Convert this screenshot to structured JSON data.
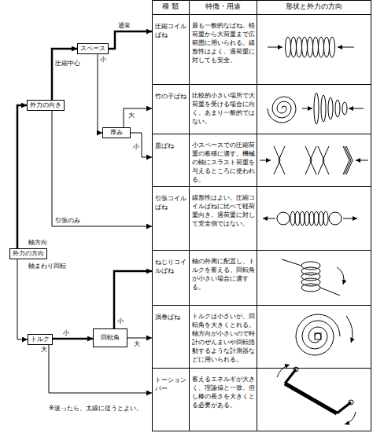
{
  "diagram": {
    "nodes": [
      {
        "text": [
          "外力の方向"
        ]
      },
      {
        "text": [
          "外力の向き"
        ]
      },
      {
        "text": [
          "スペース"
        ]
      },
      {
        "text": [
          "厚み"
        ]
      },
      {
        "text": [
          "トルク"
        ]
      },
      {
        "text": [
          "回転角"
        ]
      },
      {
        "text": [
          "圧縮コイルばね"
        ]
      },
      {
        "text": [
          "竹の子ばね"
        ]
      },
      {
        "text": [
          "皿ばね"
        ]
      },
      {
        "text": [
          "引張コイルばね"
        ]
      },
      {
        "text": [
          "ねじりコイルばね"
        ]
      },
      {
        "text": [
          "渦巻ばね"
        ]
      },
      {
        "text": [
          "トーションバー"
        ]
      }
    ],
    "edges": [
      {
        "from": 0,
        "to": 1,
        "arrow": "to",
        "label": "軸方向"
      },
      {
        "from": 0,
        "to": 4,
        "arrow": "to",
        "label": "軸まわり回転"
      },
      {
        "from": 1,
        "to": 2,
        "arrow": "to",
        "label": "圧縮中心"
      },
      {
        "from": 1,
        "to": 9,
        "arrow": "to",
        "label": "引張のみ"
      },
      {
        "from": 2,
        "to": 6,
        "arrow": "to",
        "label": "通常"
      },
      {
        "from": 2,
        "to": 3,
        "arrow": "to",
        "label": "小"
      },
      {
        "from": 3,
        "to": 7,
        "arrow": "to",
        "label": "大"
      },
      {
        "from": 3,
        "to": 8,
        "arrow": "to",
        "label": "小"
      },
      {
        "from": 4,
        "to": 5,
        "arrow": "to",
        "label": "小"
      },
      {
        "from": 4,
        "to": 12,
        "arrow": "to",
        "label": "大"
      },
      {
        "from": 5,
        "to": 10,
        "arrow": "to",
        "label": "小"
      },
      {
        "from": 5,
        "to": 11,
        "arrow": "to",
        "label": "大"
      }
    ],
    "labels": [
      "種 類",
      "特徴・用途",
      "形状と外力の方向",
      "最も一般的なばね。軽荷重から大荷重まで広範囲に用いられる。線形性はよく、過荷重に対しても安全。",
      "比較的小さい場所で大荷重を受ける場合に向く。あまり一般的ではない。",
      "小スペースでの圧縮荷重の蓄積に適す。機械の軸にスラスト荷重を与えるところに使われる。",
      "線形性はよい。圧縮コイルばねに比べて軽荷重向き。過荷重に対して安全側ではない。",
      "軸の外周に配置し、トルクを蓄える。回転角が小さい場合に適する。",
      "トルクは小さいが、回転角を大きくとれる。軸方向が小さいので時計のぜんまいや回転揺動するような計測器などに用いられる。",
      "蓄えるエネルギが大きく、理論値と一致。但し棒の長さを大きくとる必要がある。",
      "※迷ったら、太線に従うとよい。"
    ]
  }
}
